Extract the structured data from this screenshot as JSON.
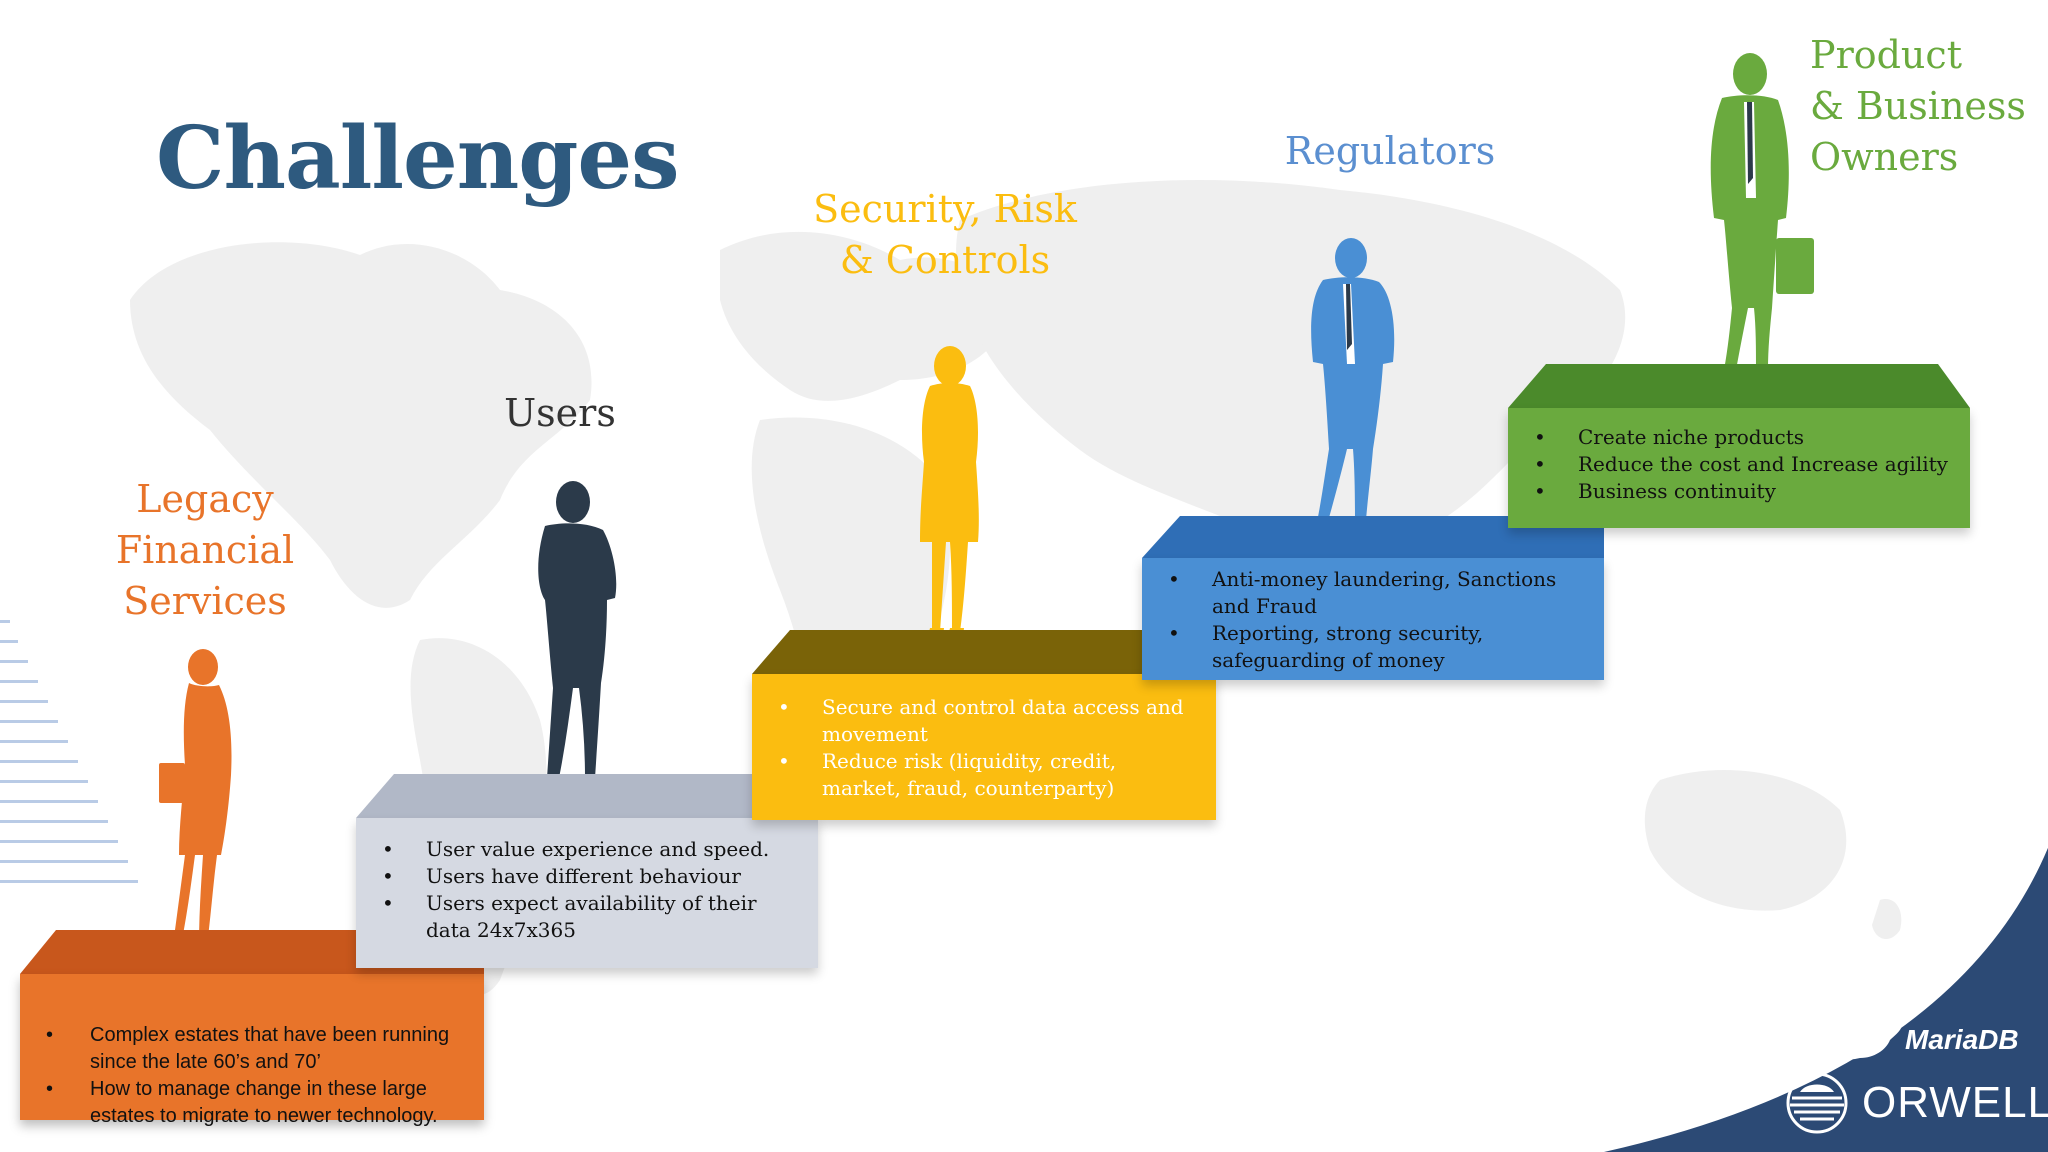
{
  "title": "Challenges",
  "steps": [
    {
      "heading": [
        "Legacy",
        "Financial",
        "Services"
      ],
      "bullets": [
        "Complex estates that have been running since the late 60’s and 70’",
        "How to manage change in these large estates to migrate to newer technology."
      ],
      "color": "#e8742a",
      "top_color": "#c8571c",
      "figure": "woman-with-folder-silhouette"
    },
    {
      "heading": [
        "Users"
      ],
      "bullets": [
        "User value experience and speed.",
        "Users have different behaviour",
        "Users expect availability of their data 24x7x365"
      ],
      "color": "#d5d9e2",
      "top_color": "#b1b8c7",
      "figure": "man-arms-crossed-silhouette"
    },
    {
      "heading": [
        "Security, Risk",
        "& Controls"
      ],
      "bullets": [
        "Secure and control data access and movement",
        "Reduce  risk (liquidity, credit, market, fraud, counterparty)"
      ],
      "color": "#fbbd10",
      "top_color": "#7a6308",
      "figure": "businesswoman-silhouette"
    },
    {
      "heading": [
        "Regulators"
      ],
      "bullets": [
        "Anti-money laundering, Sanctions and Fraud",
        "Reporting, strong security, safeguarding of money"
      ],
      "color": "#4a8fd4",
      "top_color": "#2f6eb6",
      "figure": "man-hands-in-pockets-silhouette"
    },
    {
      "heading": [
        "Product",
        "& Business",
        "Owners"
      ],
      "bullets": [
        "Create niche products",
        "Reduce the cost and Increase agility",
        "Business continuity"
      ],
      "color": "#6aaa3e",
      "top_color": "#4b8a2b",
      "figure": "man-with-briefcase-silhouette"
    }
  ],
  "logos": {
    "mariadb": "MariaDB",
    "orwell": "ORWELL"
  },
  "colors": {
    "title": "#2e5a7f",
    "corner": "#2c4a75",
    "map": "#ececec"
  }
}
